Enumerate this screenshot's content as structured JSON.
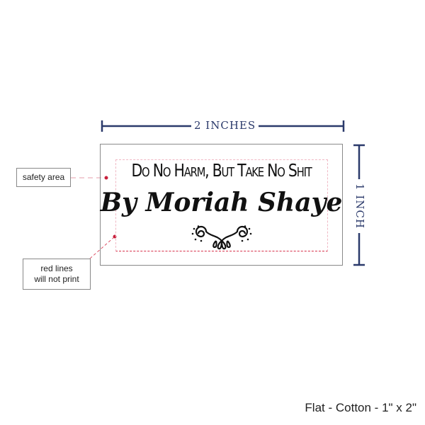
{
  "label": {
    "line1": "Do No Harm, But Take No Shit",
    "line2": "By Moriah Shaye",
    "ornament_icon": "flourish-ornament"
  },
  "dimensions": {
    "width": "2 INCHES",
    "height": "1 INCH"
  },
  "callouts": {
    "safety": "safety area",
    "red_lines_1": "red lines",
    "red_lines_2": "will not print"
  },
  "footer": "Flat - Cotton - 1\" x 2\"",
  "colors": {
    "dimension": "#2b3a6b",
    "safety_line": "#f0b8c4",
    "red_line": "#d6304a",
    "dot": "#c8203c"
  }
}
